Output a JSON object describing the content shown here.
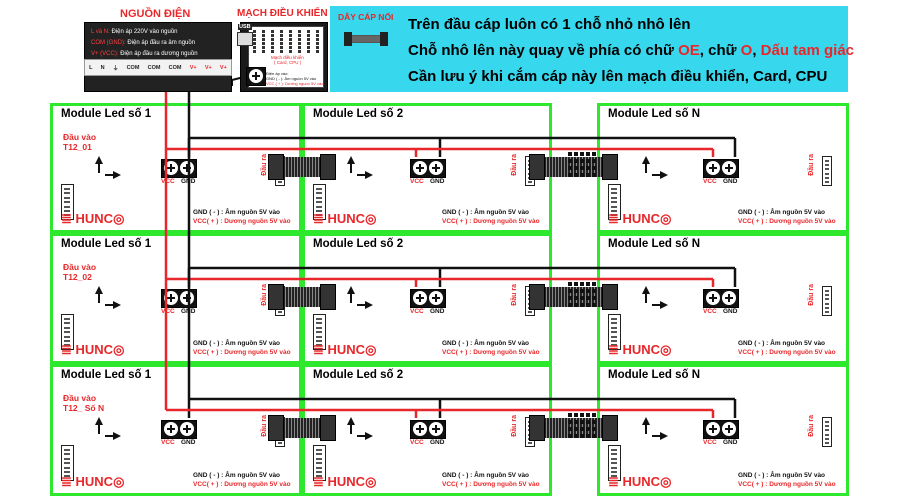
{
  "power_supply": {
    "title": "NGUỒN ĐIỆN",
    "lines": [
      {
        "key": "L và N:",
        "text": "Điện áp 220V vào nguồn"
      },
      {
        "key": "COM (GND):",
        "text": "Điện áp đầu ra âm nguồn"
      },
      {
        "key": "V+ (VCC):",
        "text": "Điện áp đầu ra dương nguồn"
      }
    ],
    "terminals": [
      "L",
      "N",
      "⏚",
      "COM",
      "COM",
      "COM",
      "V+",
      "V+",
      "V+"
    ]
  },
  "controller": {
    "title": "MẠCH ĐIỀU KHIỂN",
    "usb_label": "USB",
    "board_caption": "Mạch điều khiển",
    "board_sub": "( Card, CPU )",
    "notes": [
      "Điện áp vào:",
      "GND ( - ): Âm nguồn 5V vào",
      "VCC ( + ): Dương nguồn 5V vào"
    ]
  },
  "info": {
    "cable_label": "DÂY CÁP NỐI",
    "line1": "Trên đầu cáp  luôn có 1 chỗ nhỏ nhô lên",
    "line2_a": "Chỗ nhô lên này quay về phía có chữ ",
    "line2_b": "OE",
    "line2_c": ", chữ ",
    "line2_d": "O",
    "line2_e": ", ",
    "line2_f": "Dấu tam giác",
    "line3": "Cần lưu ý khi cắm cáp này lên mạch điều khiển, Card, CPU"
  },
  "rows": [
    {
      "input_label": "Đầu vào",
      "input_id": "T12_01",
      "modules": [
        "Module Led số 1",
        "Module Led số 2",
        "Module Led số N"
      ]
    },
    {
      "input_label": "Đầu vào",
      "input_id": "T12_02",
      "modules": [
        "Module Led số 1",
        "Module Led số 2",
        "Module Led số N"
      ]
    },
    {
      "input_label": "Đầu vào",
      "input_id": "T12_ Số N",
      "modules": [
        "Module Led số 1",
        "Module Led số 2",
        "Module Led số N"
      ]
    }
  ],
  "labels": {
    "vcc": "VCC",
    "gnd": "GND",
    "output": "Đầu ra",
    "brand": "HUNC",
    "gnd_note": "GND ( - ) : Âm nguồn 5V vào",
    "vcc_note": "VCC( + ) : Dương nguồn 5V vào"
  },
  "colors": {
    "module_border": "#2ee82e",
    "info_bg": "#37d7ed",
    "accent_red": "#e8272a",
    "wire_black": "#111111"
  }
}
